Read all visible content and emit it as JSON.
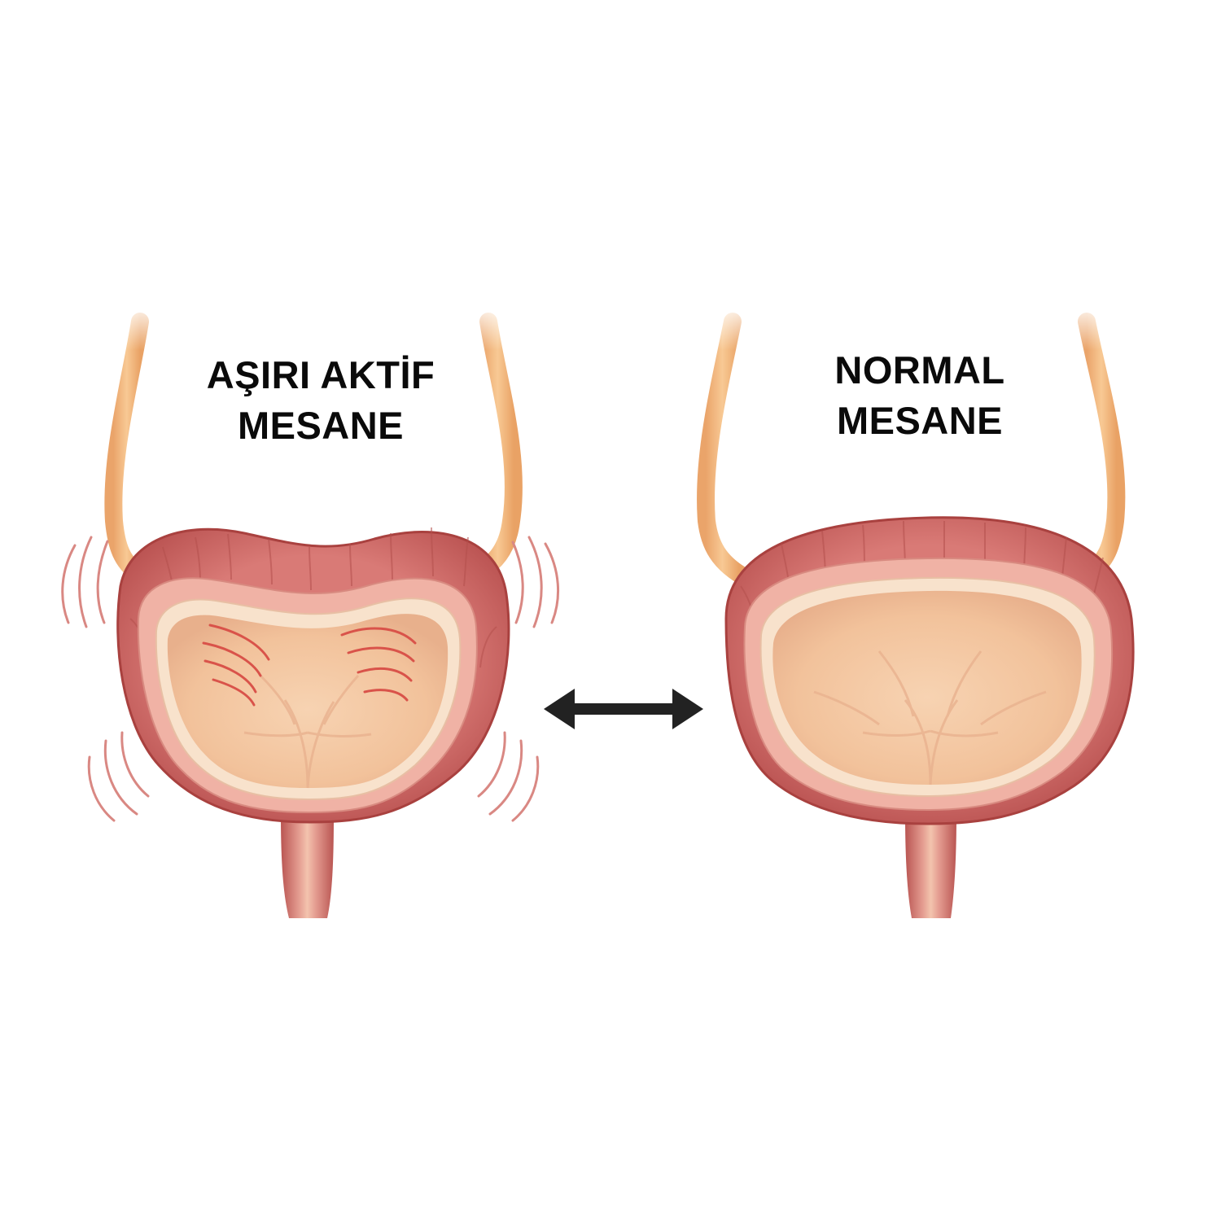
{
  "labels": {
    "overactive": {
      "line1": "AŞIRI AKTİF",
      "line2": "MESANE"
    },
    "normal": {
      "line1": "NORMAL",
      "line2": "MESANE"
    }
  },
  "colors": {
    "background": "#ffffff",
    "ureter": "#f3b980",
    "muscle_wall": "#cf6e6c",
    "mucosa_ring": "#f0b2a5",
    "inner_lining": "#f7dcc2",
    "lumen": "#f4c7a2",
    "contraction_marks": "#d9534a",
    "vibration_lines": "#d98883",
    "arrow": "#222222",
    "text": "#0a0a0a"
  },
  "icons": {
    "comparison_arrow": "double-headed-arrow-icon"
  }
}
